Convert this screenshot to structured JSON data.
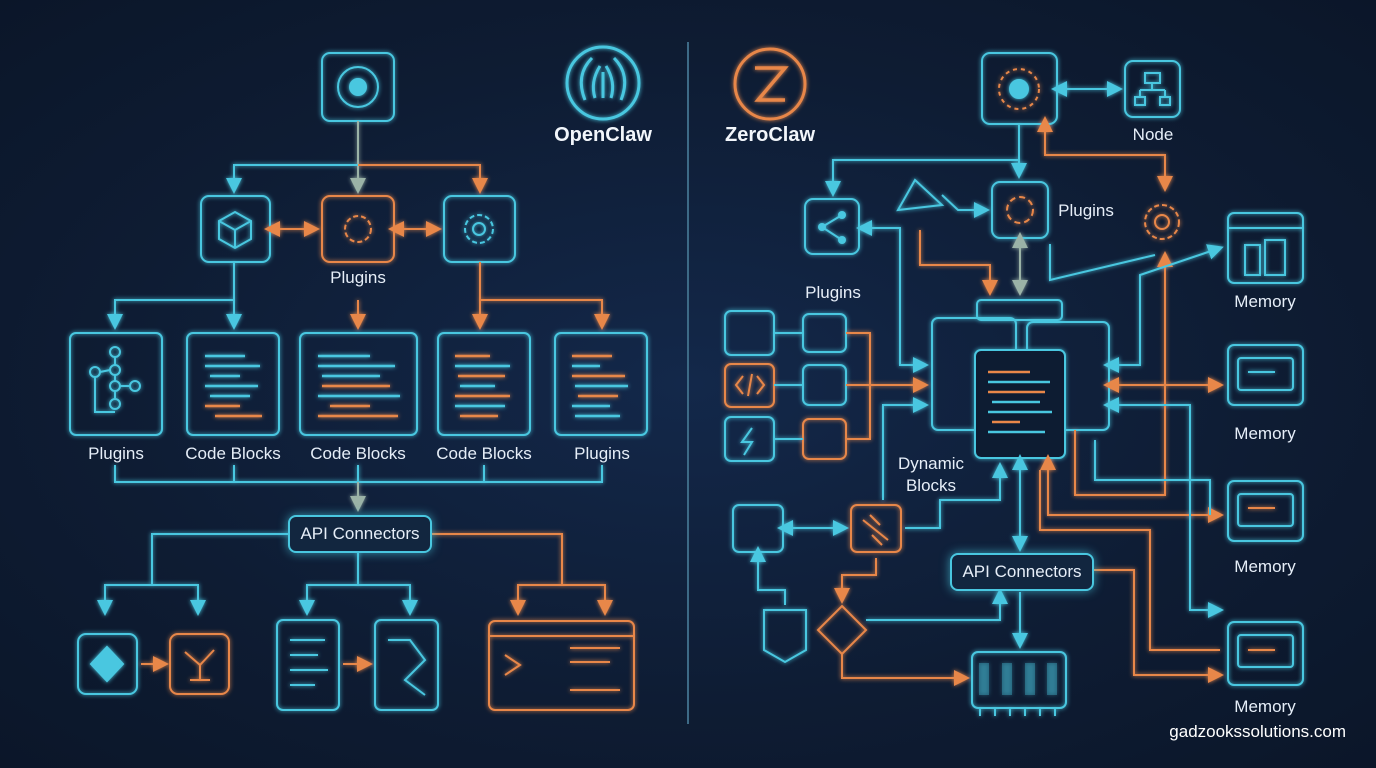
{
  "left": {
    "brand": "OpenClaw",
    "plugins_center": "Plugins",
    "row_labels": [
      "Plugins",
      "Code Blocks",
      "Code Blocks",
      "Code Blocks",
      "Plugins"
    ],
    "api": "API Connectors"
  },
  "right": {
    "brand": "ZeroClaw",
    "node": "Node",
    "plugins_top": "Plugins",
    "plugins_left": "Plugins",
    "dynamic_line1": "Dynamic",
    "dynamic_line2": "Blocks",
    "api": "API Connectors",
    "memory_labels": [
      "Memory",
      "Memory",
      "Memory",
      "Memory"
    ]
  },
  "watermark": "gadzookssolutions.com",
  "colors": {
    "cyan": "#49c7e0",
    "orange": "#e8874a",
    "gray_green": "#9bb3a7",
    "background": "#0f1d33"
  }
}
